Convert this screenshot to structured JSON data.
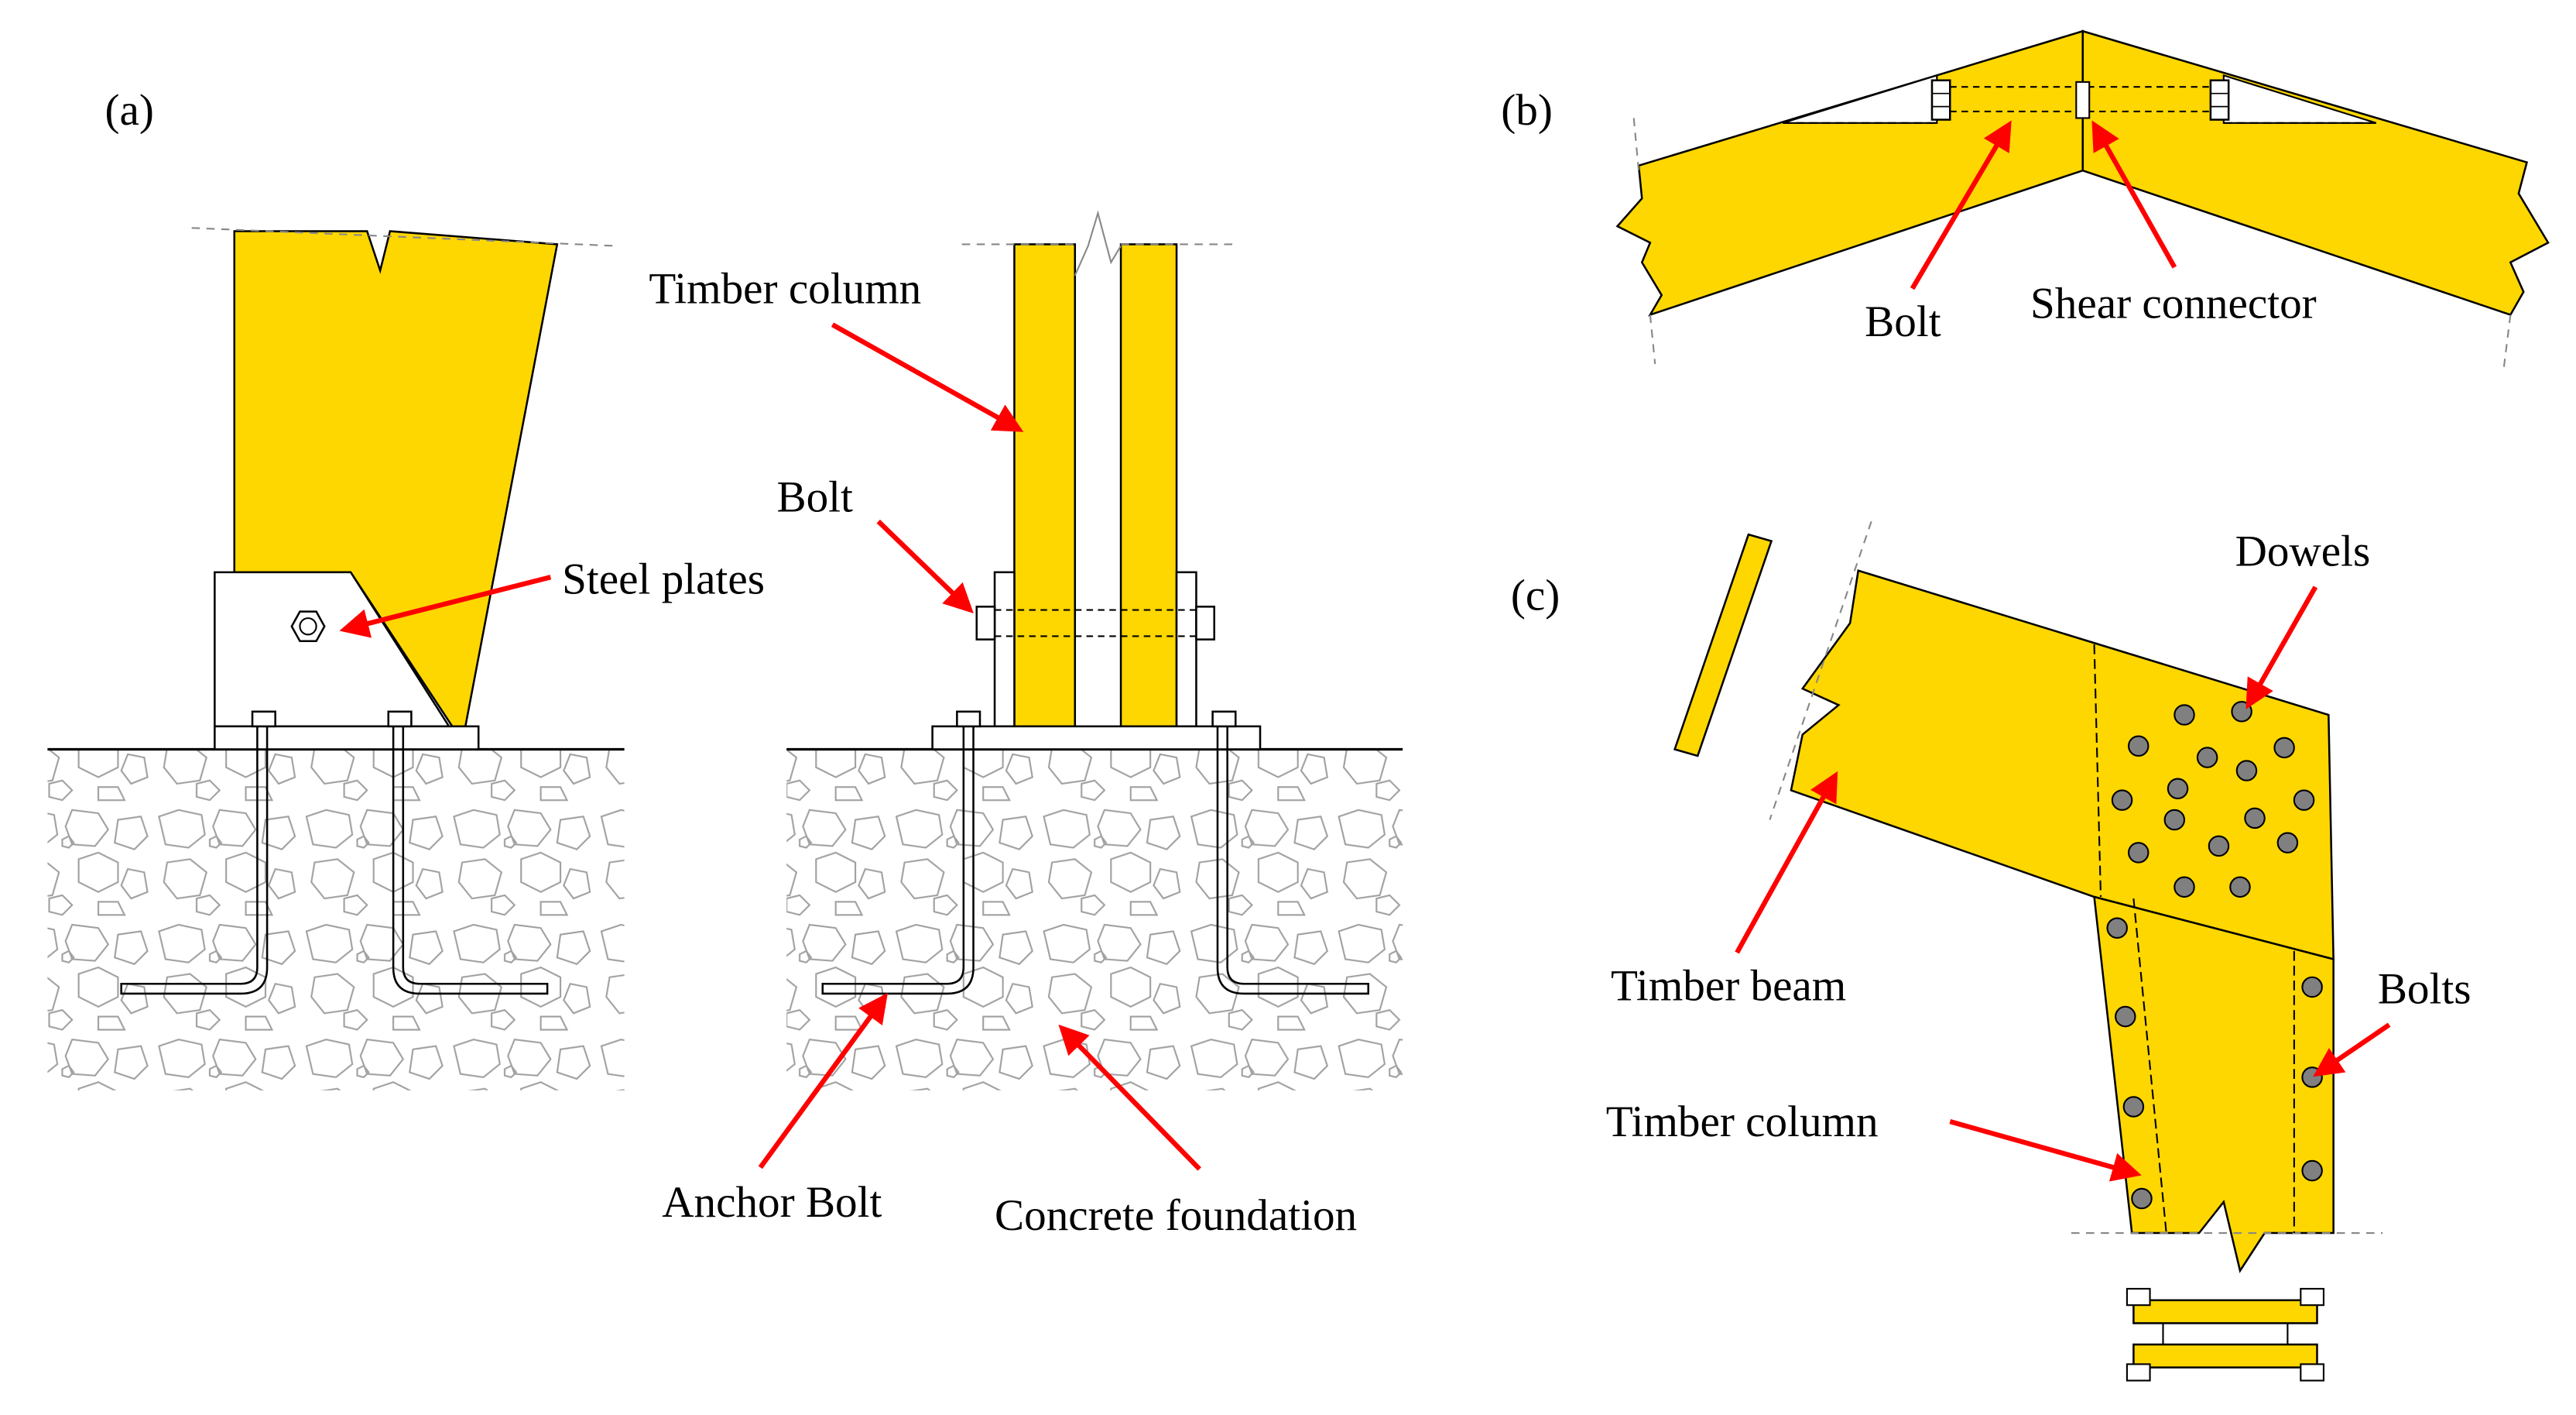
{
  "panels": {
    "a": {
      "tag": "(a)"
    },
    "b": {
      "tag": "(b)"
    },
    "c": {
      "tag": "(c)"
    }
  },
  "labels": {
    "steel_plates": "Steel plates",
    "timber_column_a": "Timber column",
    "bolt_a": "Bolt",
    "anchor_bolt": "Anchor Bolt",
    "concrete_foundation": "Concrete foundation",
    "bolt_b": "Bolt",
    "shear_connector": "Shear connector",
    "dowels": "Dowels",
    "bolts_c": "Bolts",
    "timber_beam": "Timber beam",
    "timber_column_c": "Timber column"
  },
  "colors": {
    "timber": "#FFD700",
    "arrow": "#FF0000",
    "outline": "#000000",
    "concrete_texture": "#a0a0a0",
    "dowel": "#808080"
  }
}
